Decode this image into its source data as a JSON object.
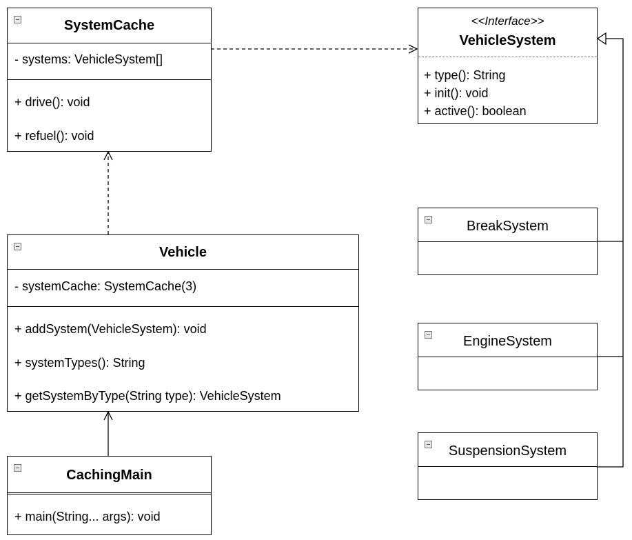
{
  "classes": {
    "system_cache": {
      "name": "SystemCache",
      "attributes": [
        "- systems: VehicleSystem[]"
      ],
      "operations": [
        "+ drive(): void",
        "+ refuel(): void"
      ]
    },
    "vehicle_system": {
      "stereotype": "<<Interface>>",
      "name": "VehicleSystem",
      "operations": [
        "+ type(): String",
        "+ init(): void",
        "+ active(): boolean"
      ]
    },
    "vehicle": {
      "name": "Vehicle",
      "attributes": [
        "- systemCache: SystemCache(3)"
      ],
      "operations": [
        "+ addSystem(VehicleSystem): void",
        "+ systemTypes(): String",
        "+ getSystemByType(String type): VehicleSystem"
      ]
    },
    "break_system": {
      "name": "BreakSystem"
    },
    "engine_system": {
      "name": "EngineSystem"
    },
    "suspension_system": {
      "name": "SuspensionSystem"
    },
    "caching_main": {
      "name": "CachingMain",
      "operations": [
        "+ main(String... args): void"
      ]
    }
  },
  "relationships": [
    {
      "type": "dependency",
      "from": "SystemCache",
      "to": "VehicleSystem"
    },
    {
      "type": "dependency",
      "from": "Vehicle",
      "to": "SystemCache"
    },
    {
      "type": "association",
      "from": "CachingMain",
      "to": "Vehicle"
    },
    {
      "type": "realization",
      "from": "BreakSystem",
      "to": "VehicleSystem"
    },
    {
      "type": "realization",
      "from": "EngineSystem",
      "to": "VehicleSystem"
    },
    {
      "type": "realization",
      "from": "SuspensionSystem",
      "to": "VehicleSystem"
    }
  ],
  "colors": {
    "stroke": "#000000",
    "background": "#ffffff",
    "collapse_fill": "#e8e8e8"
  },
  "icons": {
    "collapse": "collapse-toggle-icon"
  }
}
